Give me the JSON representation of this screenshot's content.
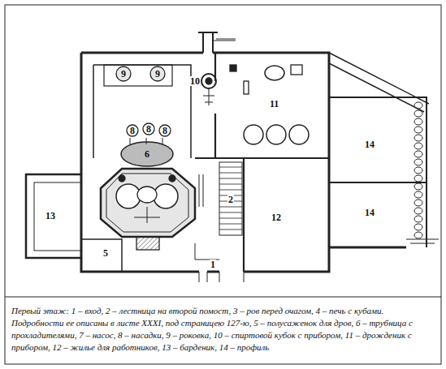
{
  "diagram": {
    "caption": "Первый этаж: 1 – вход, 2 – лестница на второй помост, 3 – ров перед очагом, 4 – печь с кубами. Подробности ее описаны в листе XXXI, под страницею 127-ю, 5 – полусаженок для дров, 6 – трубница с прохладителями, 7 – насос, 8 – насадки, 9 – роковка, 10 – спиртовой кубок с прибором, 11 – дрожденик с прибором, 12 – жилье для работников, 13 – барденик, 14 – профиль",
    "labels": [
      "9",
      "9",
      "10",
      "11",
      "8",
      "8",
      "8",
      "6",
      "13",
      "5",
      "2",
      "12",
      "1",
      "14",
      "14"
    ]
  }
}
